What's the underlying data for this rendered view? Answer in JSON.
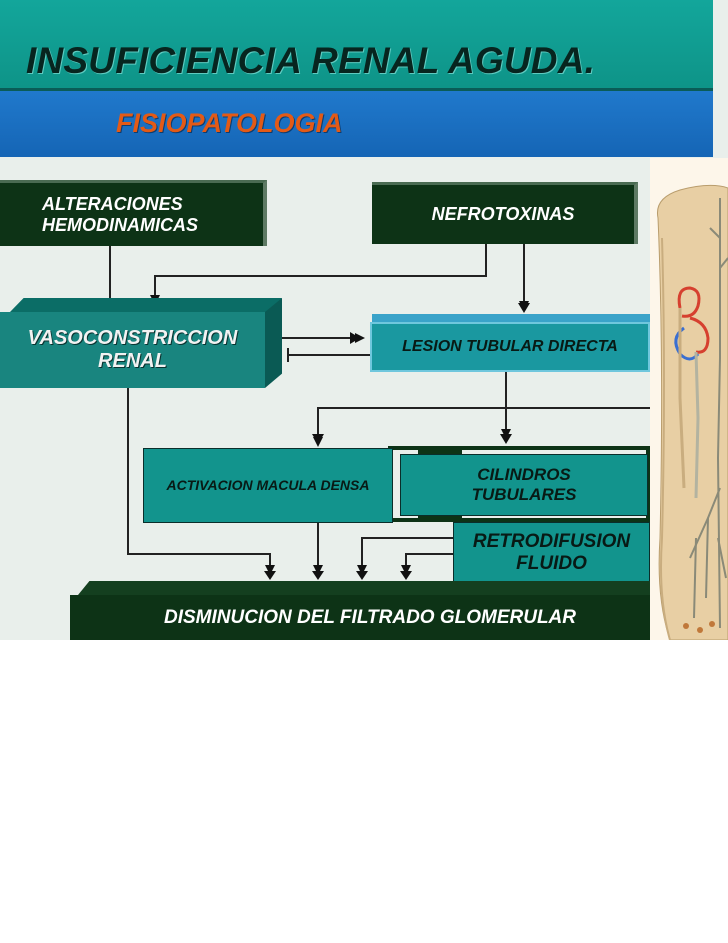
{
  "slide": {
    "title": "INSUFICIENCIA RENAL AGUDA.",
    "subtitle": "FISIOPATOLOGIA"
  },
  "diagram": {
    "nodes": {
      "alteraciones": "ALTERACIONES HEMODINAMICAS",
      "nefrotoxinas": "NEFROTOXINAS",
      "vasoconstriccion": "VASOCONSTRICCION RENAL",
      "lesion_tubular": "LESION TUBULAR DIRECTA",
      "activacion": "ACTIVACION MACULA DENSA",
      "cilindros": "CILINDROS TUBULARES",
      "retrodifusion": "RETRODIFUSION FLUIDO",
      "disminucion": "DISMINUCION DEL FILTRADO GLOMERULAR"
    }
  },
  "colors": {
    "title_bar": "#13a69b",
    "subtitle_bar": "#1565b5",
    "subtitle_text": "#e35a16",
    "box_dark": "#0d3316",
    "box_teal": "#12948d",
    "box_3d": "#19857f"
  },
  "image_panel": {
    "icon": "nephron-illustration"
  }
}
